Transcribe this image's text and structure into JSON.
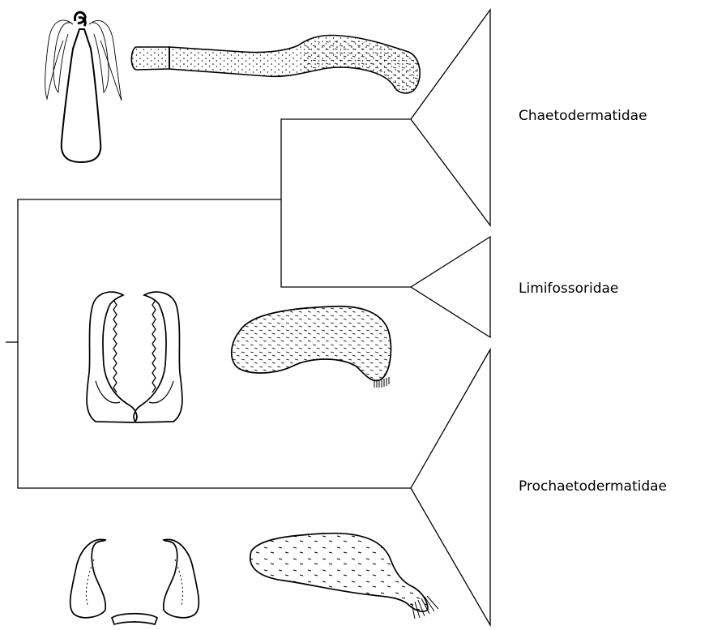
{
  "colors": {
    "line": "#000000",
    "background": "#ffffff"
  },
  "taxa": [
    {
      "label": "Chaetodermatidae"
    },
    {
      "label": "Limifossoridae"
    },
    {
      "label": "Prochaetodermatidae"
    }
  ],
  "illustrations": [
    {
      "icon": "chaetodermatid-radula-icon"
    },
    {
      "icon": "chaetodermatid-body-icon"
    },
    {
      "icon": "limifossorid-jaws-icon"
    },
    {
      "icon": "limifossorid-body-icon"
    },
    {
      "icon": "prochaetodermatid-jaws-icon"
    },
    {
      "icon": "prochaetodermatid-body-icon"
    }
  ]
}
